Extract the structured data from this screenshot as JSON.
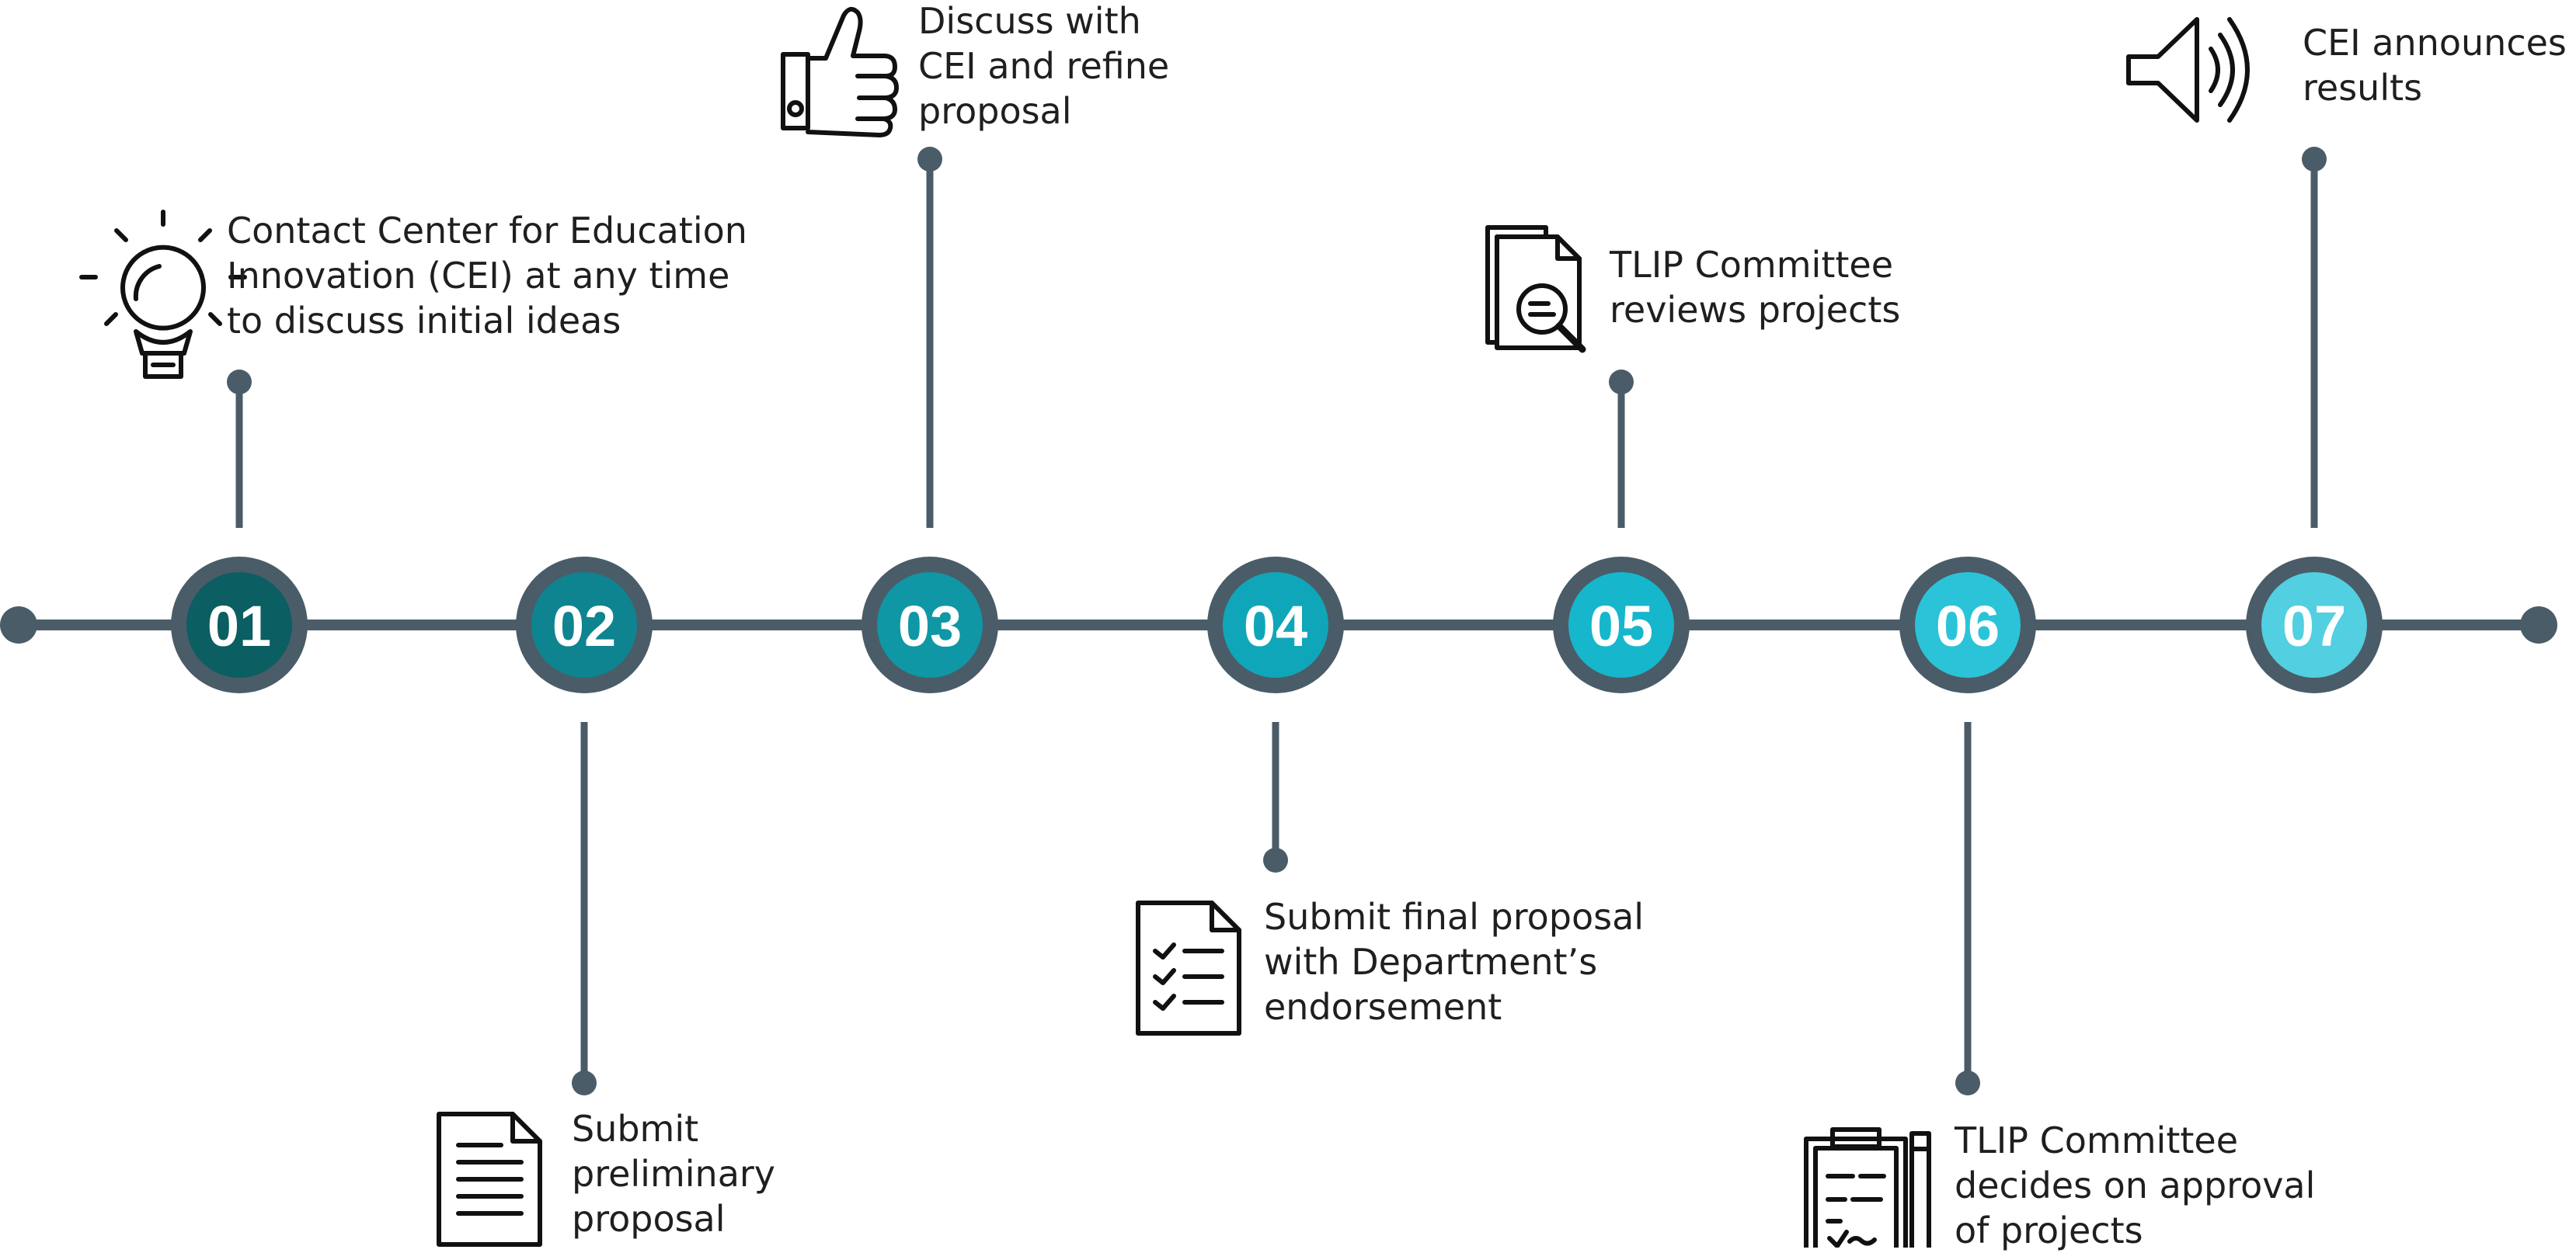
{
  "colors": {
    "line": "#4a5c68",
    "step_fills": [
      "#0b5e61",
      "#0e8490",
      "#0f97a5",
      "#10a6b9",
      "#16b6cc",
      "#2bc3d8",
      "#52cfe0"
    ],
    "icon": "#111111",
    "text": "#1f1f1f"
  },
  "steps": [
    {
      "number": "01",
      "position": "above",
      "icon": "lightbulb-icon",
      "lines": [
        "Contact Center for Education",
        "Innovation (CEI) at any time",
        "to discuss initial ideas"
      ]
    },
    {
      "number": "02",
      "position": "below",
      "icon": "document-icon",
      "lines": [
        "Submit",
        "preliminary",
        "proposal"
      ]
    },
    {
      "number": "03",
      "position": "above",
      "icon": "thumbs-up-icon",
      "lines": [
        "Discuss with",
        "CEI and refine",
        "proposal"
      ]
    },
    {
      "number": "04",
      "position": "below",
      "icon": "checklist-document-icon",
      "lines": [
        "Submit final proposal",
        "with Department’s",
        "endorsement"
      ]
    },
    {
      "number": "05",
      "position": "above",
      "icon": "document-search-icon",
      "lines": [
        "TLIP Committee",
        "reviews projects"
      ]
    },
    {
      "number": "06",
      "position": "below",
      "icon": "clipboard-approval-icon",
      "lines": [
        "TLIP Committee",
        "decides on approval",
        "of projects"
      ]
    },
    {
      "number": "07",
      "position": "above",
      "icon": "speaker-icon",
      "lines": [
        "CEI announces",
        "results"
      ]
    }
  ]
}
